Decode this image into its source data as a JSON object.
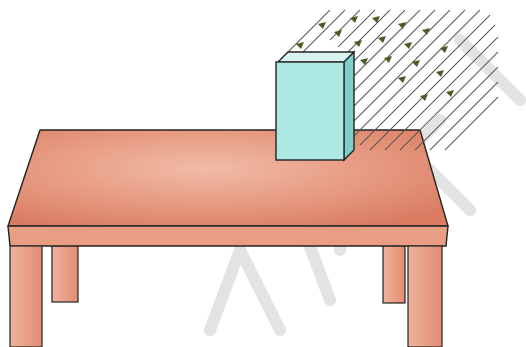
{
  "illustration": {
    "objects": [
      {
        "kind": "table",
        "icon": "table-icon"
      },
      {
        "kind": "block",
        "icon": "cuboid-block-icon"
      },
      {
        "kind": "force_arrows",
        "icon": "arrow-icon",
        "direction": "down-left"
      }
    ],
    "arrow_count": 18,
    "colors": {
      "table_top": "#e0876b",
      "table_top_highlight": "#eeb09a",
      "table_edge": "#e4987e",
      "table_legs": "#e79a7f",
      "block_front": "#aee8e3",
      "block_side": "#7ecfc9",
      "block_top": "#d8f5f2",
      "lines": "#222222",
      "watermark": "#dddddd"
    },
    "watermark_icon": "watermark-icon"
  }
}
